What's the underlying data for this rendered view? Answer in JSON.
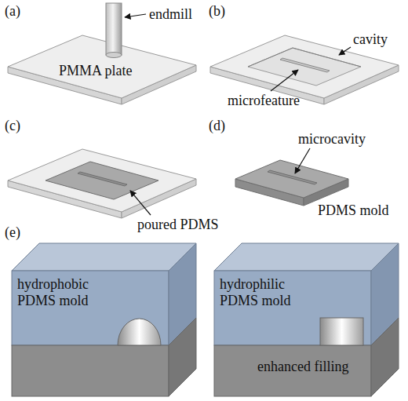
{
  "diagram": {
    "labels": [
      "(a)",
      "endmill",
      "PMMA plate",
      "(b)",
      "cavity",
      "microfeature",
      "(c)",
      "poured PDMS",
      "(d)",
      "microcavity",
      "PDMS mold",
      "(e)",
      "hydrophobic PDMS mold",
      "hydrophilic PDMS mold",
      "enhanced filling"
    ]
  }
}
